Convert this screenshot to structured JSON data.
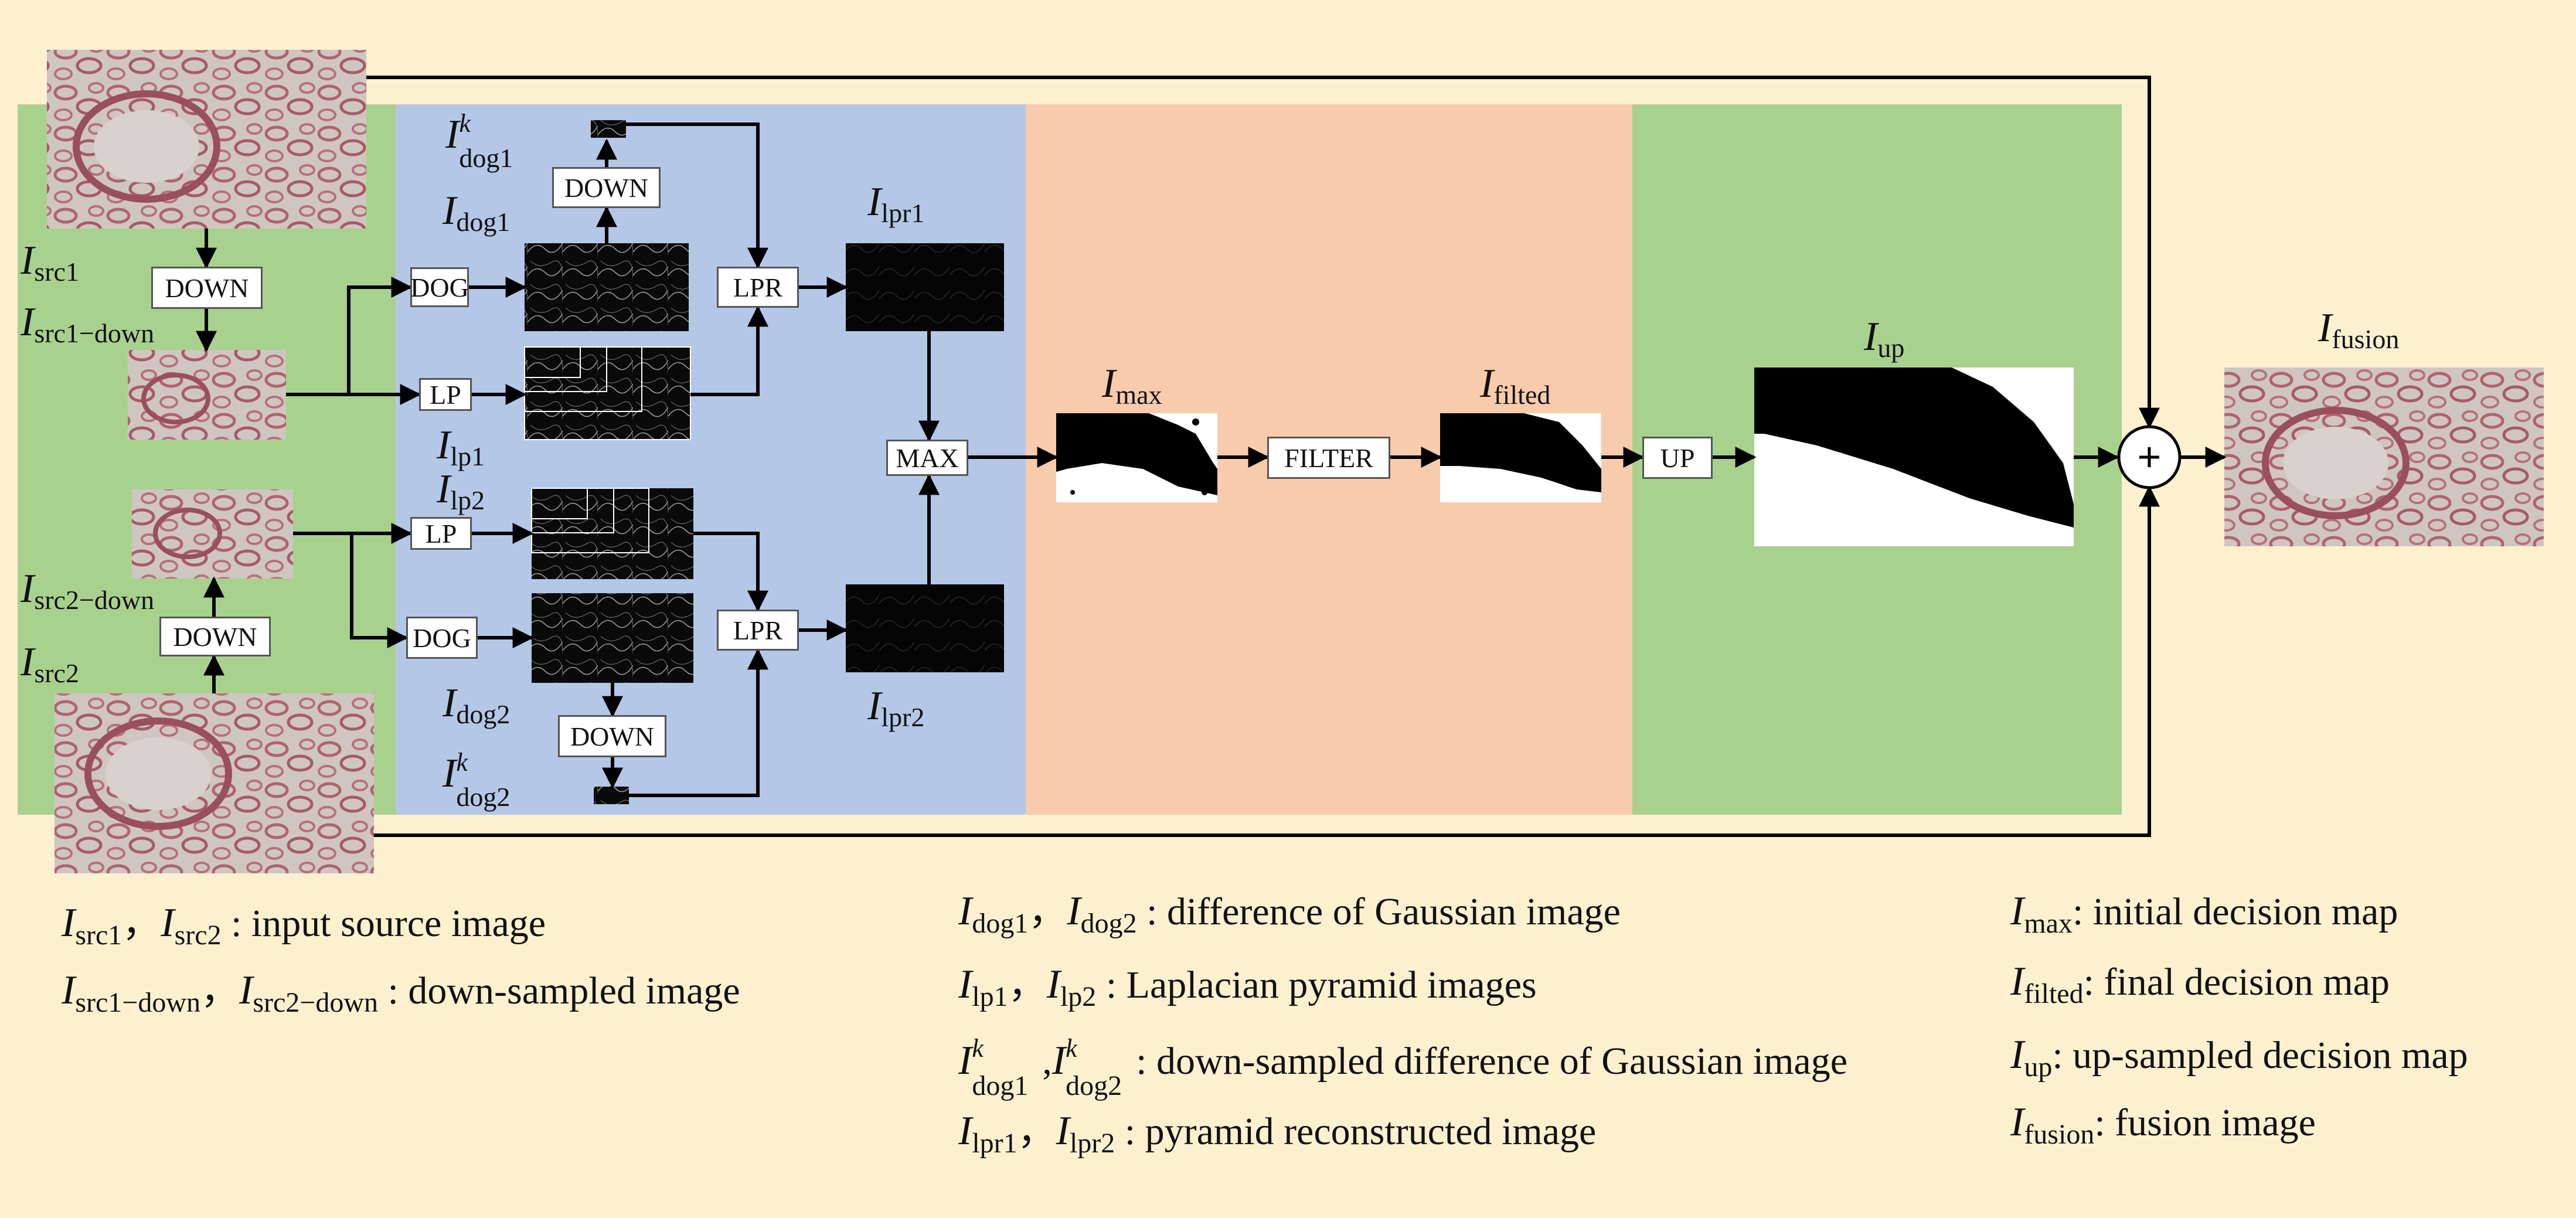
{
  "colors": {
    "background": "#fdf0cf",
    "panel_green": "#a9d18e",
    "panel_blue": "#b4c7e7",
    "panel_orange": "#f8cbad",
    "tissue_bg": "#c9c2bd",
    "tissue_cell": "#b06a72"
  },
  "boxes": {
    "down_src1": "DOWN",
    "down_src2": "DOWN",
    "dog_1": "DOG",
    "lp_1": "LP",
    "lp_2": "LP",
    "dog_2": "DOG",
    "down_dog1": "DOWN",
    "down_dog2": "DOWN",
    "lpr_1": "LPR",
    "lpr_2": "LPR",
    "max": "MAX",
    "filter": "FILTER",
    "up": "UP"
  },
  "sum_symbol": "+",
  "labels": {
    "src1": {
      "base": "I",
      "sub": "src1"
    },
    "src1_down": {
      "base": "I",
      "sub": "src1−down"
    },
    "src2_down": {
      "base": "I",
      "sub": "src2−down"
    },
    "src2": {
      "base": "I",
      "sub": "src2"
    },
    "dog1_k": {
      "base": "I",
      "sup": "k",
      "sub": "dog1"
    },
    "dog1": {
      "base": "I",
      "sub": "dog1"
    },
    "lp1": {
      "base": "I",
      "sub": "lp1"
    },
    "lp2": {
      "base": "I",
      "sub": "lp2"
    },
    "dog2": {
      "base": "I",
      "sub": "dog2"
    },
    "dog2_k": {
      "base": "I",
      "sup": "k",
      "sub": "dog2"
    },
    "lpr1": {
      "base": "I",
      "sub": "lpr1"
    },
    "lpr2": {
      "base": "I",
      "sub": "lpr2"
    },
    "max": {
      "base": "I",
      "sub": "max"
    },
    "filted": {
      "base": "I",
      "sub": "filted"
    },
    "up": {
      "base": "I",
      "sub": "up"
    },
    "fusion": {
      "base": "I",
      "sub": "fusion"
    }
  },
  "legend": {
    "l1": {
      "sub_a": "src1",
      "sep": "，",
      "sub_b": "src2",
      "text": " : input source image"
    },
    "l2": {
      "sub_a": "src1−down",
      "sep": "，",
      "sub_b": "src2−down",
      "text": " : down-sampled image"
    },
    "m1": {
      "sub_a": "dog1",
      "sep": "，",
      "sub_b": "dog2",
      "text": " : difference of Gaussian image"
    },
    "m2": {
      "sub_a": "lp1",
      "sep": "，",
      "sub_b": "lp2",
      "text": " : Laplacian pyramid images"
    },
    "m3": {
      "sup": "k",
      "sub_a": "dog1",
      "sep": ",",
      "sub_b": "dog2",
      "text": ": down-sampled difference of Gaussian image"
    },
    "m4": {
      "sub_a": "lpr1",
      "sep": "，",
      "sub_b": "lpr2",
      "text": " : pyramid reconstructed image"
    },
    "r1": {
      "sub": "max",
      "text": ": initial decision map"
    },
    "r2": {
      "sub": "filted",
      "text": ": final decision map"
    },
    "r3": {
      "sub": "up",
      "text": ": up-sampled decision map"
    },
    "r4": {
      "sub": "fusion",
      "text": ": fusion image"
    },
    "base": "I"
  }
}
